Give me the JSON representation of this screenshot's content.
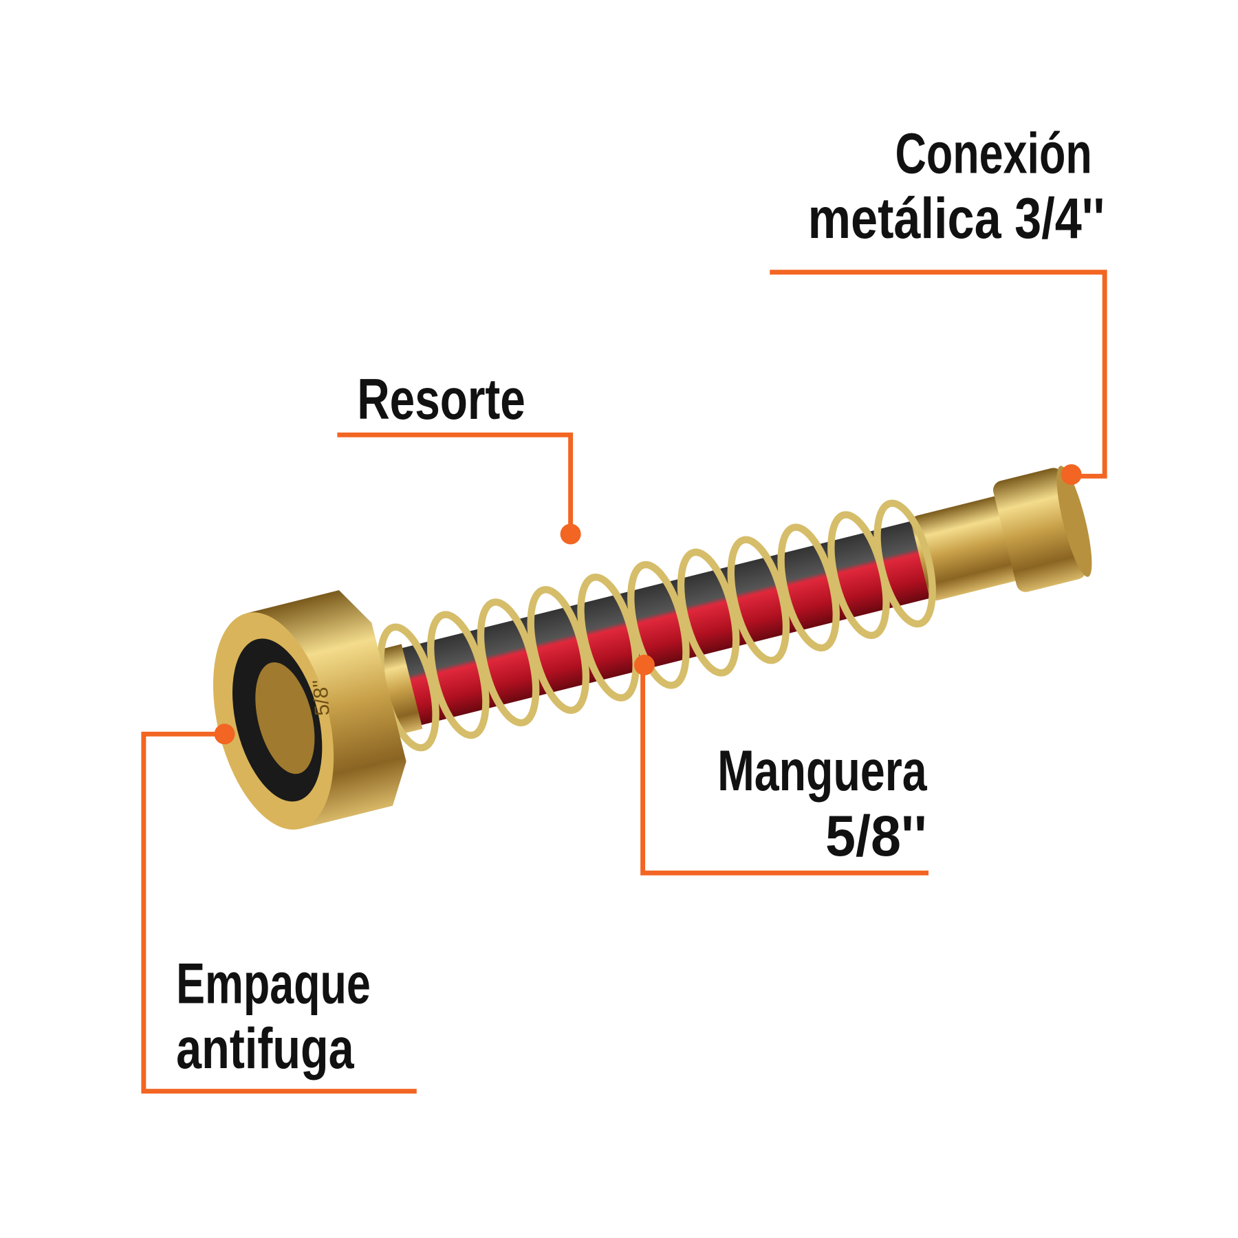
{
  "colors": {
    "accent": "#f26522",
    "brass": "#c9a14a",
    "hose": "#c4182a",
    "text": "#111111"
  },
  "callouts": {
    "conexion": {
      "line1": "Conexión",
      "line2": "metálica 3/4''"
    },
    "resorte": {
      "line1": "Resorte"
    },
    "manguera": {
      "line1": "Manguera",
      "line2": "5/8''"
    },
    "empaque": {
      "line1": "Empaque",
      "line2": "antifuga"
    }
  },
  "product": {
    "nut_marking": "5/8\""
  }
}
